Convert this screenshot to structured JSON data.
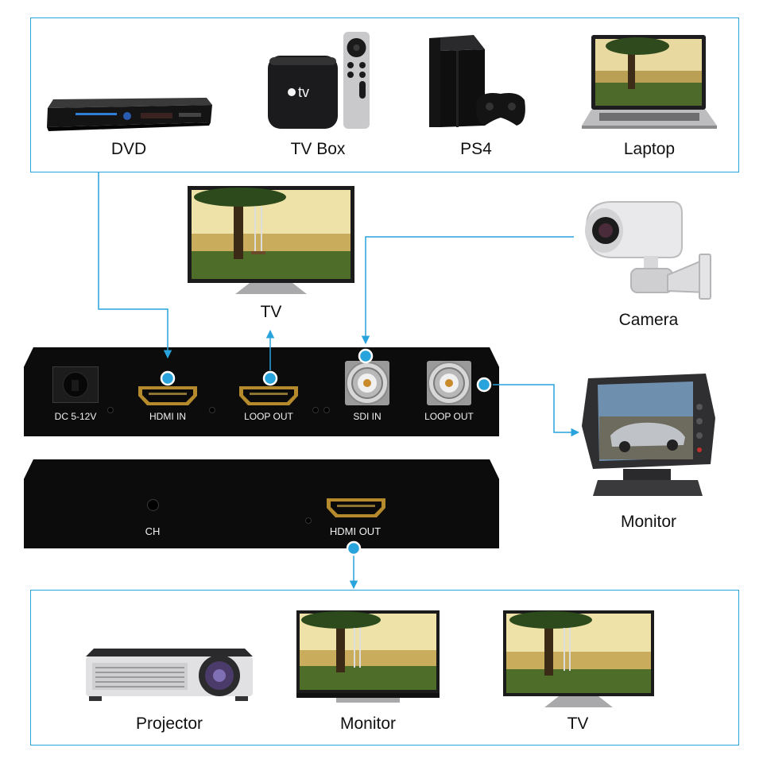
{
  "sources": {
    "dvd": "DVD",
    "tv_box": "TV Box",
    "tv_box_logo": "tv",
    "ps4": "PS4",
    "laptop": "Laptop"
  },
  "loop_tv": "TV",
  "camera": "Camera",
  "monitor": "Monitor",
  "rear_panel": {
    "dc": "DC 5-12V",
    "hdmi_in": "HDMI IN",
    "hdmi_loop_out": "LOOP OUT",
    "sdi_in": "SDI IN",
    "sdi_loop_out": "LOOP OUT"
  },
  "front_panel": {
    "ch": "CH",
    "hdmi_out": "HDMI OUT"
  },
  "outputs": {
    "projector": "Projector",
    "monitor": "Monitor",
    "tv": "TV"
  },
  "colors": {
    "accent": "#29a3dc",
    "panel": "#0c0c0c"
  }
}
